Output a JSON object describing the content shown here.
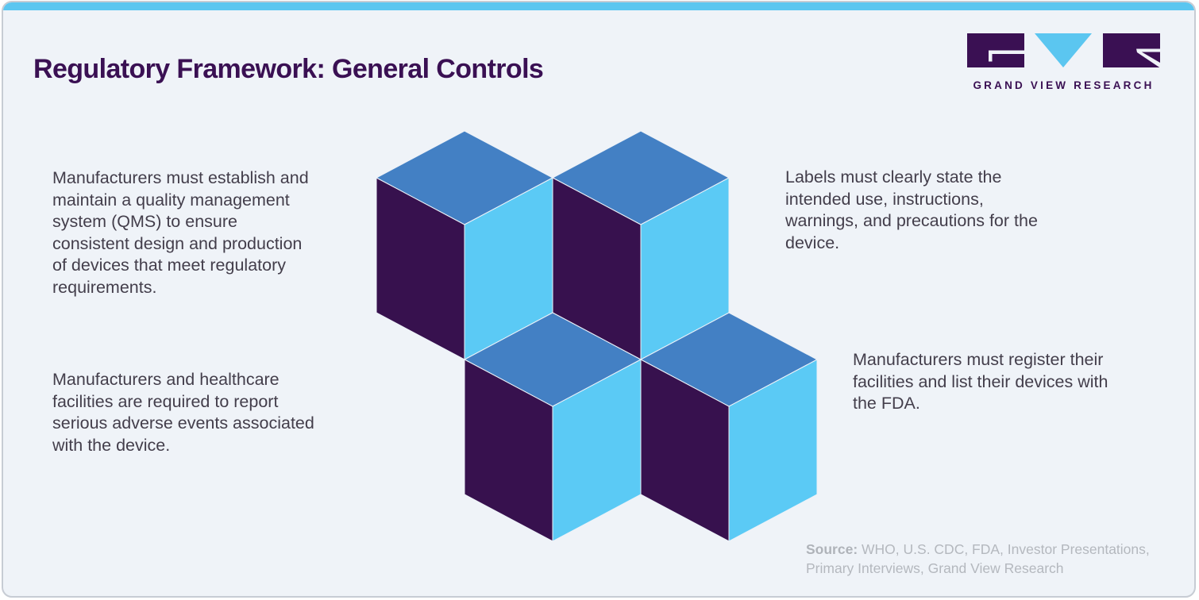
{
  "slide": {
    "title": "Regulatory Framework: General Controls",
    "logo": {
      "brand": "GRAND VIEW RESEARCH"
    },
    "notes": [
      {
        "id": "quality-management",
        "text": "Manufacturers must establish and\nmaintain a quality management\nsystem (QMS) to ensure\nconsistent design and production\nof devices that meet regulatory\nrequirements."
      },
      {
        "id": "labeling",
        "text": "Labels must clearly state the\nintended use, instructions,\nwarnings, and precautions for the\ndevice."
      },
      {
        "id": "adverse-event-reporting",
        "text": "Manufacturers and healthcare\nfacilities are required to report\nserious adverse events associated\nwith the device."
      },
      {
        "id": "registration-listing",
        "text": "Manufacturers must register their\nfacilities and list their devices with\nthe FDA."
      }
    ],
    "source": {
      "label": "Source:",
      "text": "WHO, U.S. CDC, FDA, Investor Presentations,\nPrimary Interviews, Grand View Research"
    },
    "colors": {
      "top_bar": "#5BC6F0",
      "card_background": "#EFF3F8",
      "card_border": "#C7CCD4",
      "title_purple": "#3A1053",
      "body_text": "#433E4B",
      "source_gray": "#B4B8BE",
      "cube_top_face": "#4380C4",
      "cube_left_face": "#37114E",
      "cube_right_face": "#5BCAF5",
      "logo_triangle_blue": "#5BC6F0"
    }
  }
}
